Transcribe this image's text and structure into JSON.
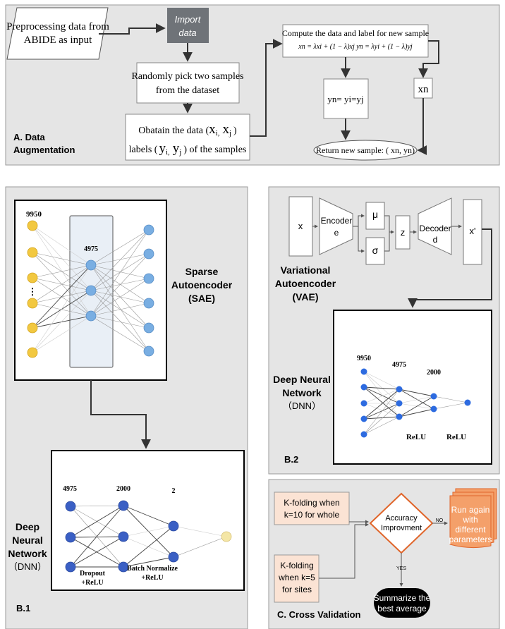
{
  "section_a": {
    "title_line1": "A. Data",
    "title_line2": "Augmentation",
    "input_line1": "Preprocessing data from",
    "input_line2": "ABIDE as input",
    "import_line1": "Import",
    "import_line2": "data",
    "random_line1": "Randomly pick two samples",
    "random_line2": "from the dataset",
    "obtain_prefix": "Obatain the data (",
    "obtain_xi": "x",
    "obtain_xi_sub": "i,",
    "obtain_xj": "x",
    "obtain_xj_sub": "j",
    "obtain_close": ")",
    "labels_prefix": "labels (",
    "labels_yi": "y",
    "labels_yi_sub": "i,",
    "labels_yj": "y",
    "labels_yj_sub": "j",
    "labels_suffix": ") of the samples",
    "compute_title": "Compute the data and label for new sample",
    "formula": "xn = λxi + (1 − λ)xj   yn = λyi + (1 − λ)yj",
    "yn_label": "yn= yi=yj",
    "xn_label": "xn",
    "return_label": "Return new sample: ( xn, yn)"
  },
  "section_b1": {
    "label": "B.1",
    "sae_line1": "Sparse",
    "sae_line2": "Autoencoder",
    "sae_line3": "(SAE)",
    "sae_input_count": "9950",
    "sae_hidden_count": "4975",
    "sae_ellipsis": "⋮",
    "dnn_line1": "Deep",
    "dnn_line2": "Neural",
    "dnn_line3": "Network",
    "dnn_line4": "（DNN）",
    "dnn_l1_count": "4975",
    "dnn_l2_count": "2000",
    "dnn_l3_count": "2",
    "dropout_line1": "Dropout",
    "dropout_line2": "+ReLU",
    "batch_line1": "Batch Normalize",
    "batch_line2": "+ReLU"
  },
  "section_b2": {
    "label": "B.2",
    "vae_line1": "Variational",
    "vae_line2": "Autoencoder",
    "vae_line3": "(VAE)",
    "x_label": "x",
    "encoder_line1": "Encoder",
    "encoder_line2": "e",
    "mu_label": "μ",
    "sigma_label": "σ",
    "z_label": "z",
    "decoder_line1": "Decoder",
    "decoder_line2": "d",
    "xprime_label": "x'",
    "dnn_line1": "Deep Neural",
    "dnn_line2": "Network",
    "dnn_line3": "（DNN）",
    "l1_count": "9950",
    "l2_count": "4975",
    "l3_count": "2000",
    "relu1": "ReLU",
    "relu2": "ReLU"
  },
  "section_c": {
    "title": "C. Cross Validation",
    "kfold_whole_line1": "K-folding when",
    "kfold_whole_line2": "k=10 for whole",
    "kfold_sites_line1": "K-folding",
    "kfold_sites_line2": "when k=5",
    "kfold_sites_line3": "for sites",
    "decision_line1": "Accuracy",
    "decision_line2": "Improvment",
    "no_label": "NO",
    "yes_label": "YES",
    "run_line1": "Run again",
    "run_line2": "with",
    "run_line3": "different",
    "run_line4": "parameters",
    "summarize_line1": "Summarize the",
    "summarize_line2": "best average"
  },
  "colors": {
    "panel_bg": "#e5e5e5",
    "panel_border": "#9a9a9a",
    "import_box": "#6f7378",
    "sae_input_node": "#f2c840",
    "sae_node": "#79aee2",
    "dnn_node": "#3a5fc4",
    "dnn_output_node": "#f4e6a6",
    "b2_node": "#2d6be0",
    "decision_border": "#e0652a",
    "kfold_fill": "#fbe3d4",
    "run_fill": "#f4a06a",
    "summarize_fill": "#000000"
  }
}
